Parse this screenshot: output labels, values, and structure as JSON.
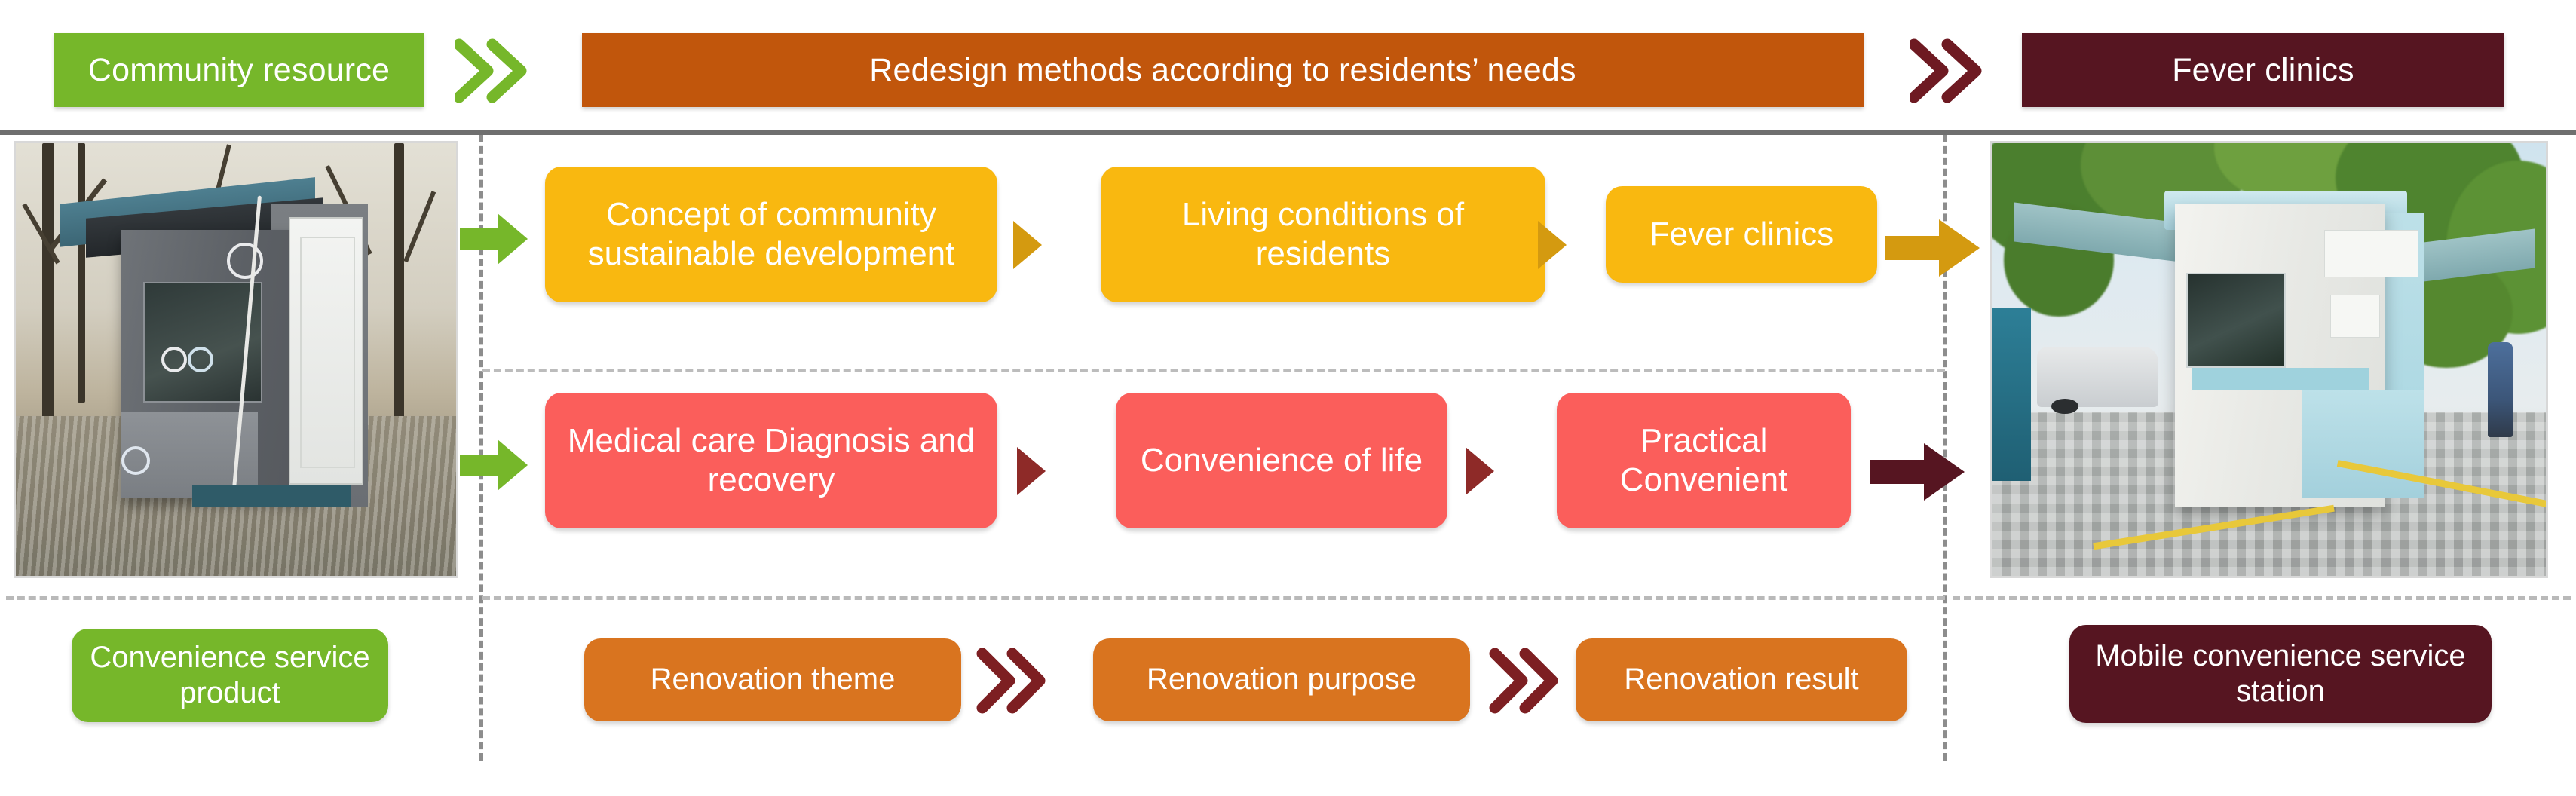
{
  "header": {
    "stages": [
      {
        "key": "community",
        "label": "Community resource",
        "color": "#76b72a"
      },
      {
        "key": "redesign",
        "label": "Redesign methods according to residents’ needs",
        "color": "#c1560c"
      },
      {
        "key": "fever",
        "label": "Fever clinics",
        "color": "#561521"
      }
    ],
    "separators": [
      {
        "key": "chevron-green",
        "glyph": "»",
        "color": "#76b72a"
      },
      {
        "key": "chevron-maroon",
        "glyph": "»",
        "color": "#561521"
      }
    ]
  },
  "photos": {
    "left": {
      "alt": "Grey community convenience service kiosk parked on gravel among bare trees"
    },
    "right": {
      "alt": "Light blue mobile convenience service station on a paved street beneath green trees"
    }
  },
  "rows": {
    "theme_row": {
      "color": "#f9b810",
      "boxes": [
        {
          "key": "concept",
          "label": "Concept of community sustainable development"
        },
        {
          "key": "living",
          "label": "Living conditions of residents"
        },
        {
          "key": "fever-clinics",
          "label": "Fever clinics"
        }
      ]
    },
    "purpose_row": {
      "color": "#fb5e5b",
      "boxes": [
        {
          "key": "medical",
          "label": "Medical care Diagnosis and recovery"
        },
        {
          "key": "convenience",
          "label": "Convenience of life"
        },
        {
          "key": "practical",
          "label": "Practical Convenient"
        }
      ]
    },
    "legend_row": {
      "color": "#d9741f",
      "boxes": [
        {
          "key": "renovation-theme",
          "label": "Renovation theme"
        },
        {
          "key": "renovation-purpose",
          "label": "Renovation purpose"
        },
        {
          "key": "renovation-result",
          "label": "Renovation result"
        }
      ]
    }
  },
  "endpoints": {
    "input": {
      "key": "convenience-service-product",
      "label": "Convenience service product",
      "color": "#76b72a"
    },
    "output": {
      "key": "mobile-convenience-service-station",
      "label": "Mobile convenience service station",
      "color": "#561521"
    }
  },
  "arrows": {
    "green": "#76b72a",
    "yellow": "#d49a10",
    "maroon": "#7d1f22",
    "dark_maroon": "#561521"
  },
  "lines": {
    "header_rule_color": "#6f6f6f",
    "vertical_dash_color": "#8d8d8d",
    "horizontal_dash_color": "#bcbcbc"
  }
}
